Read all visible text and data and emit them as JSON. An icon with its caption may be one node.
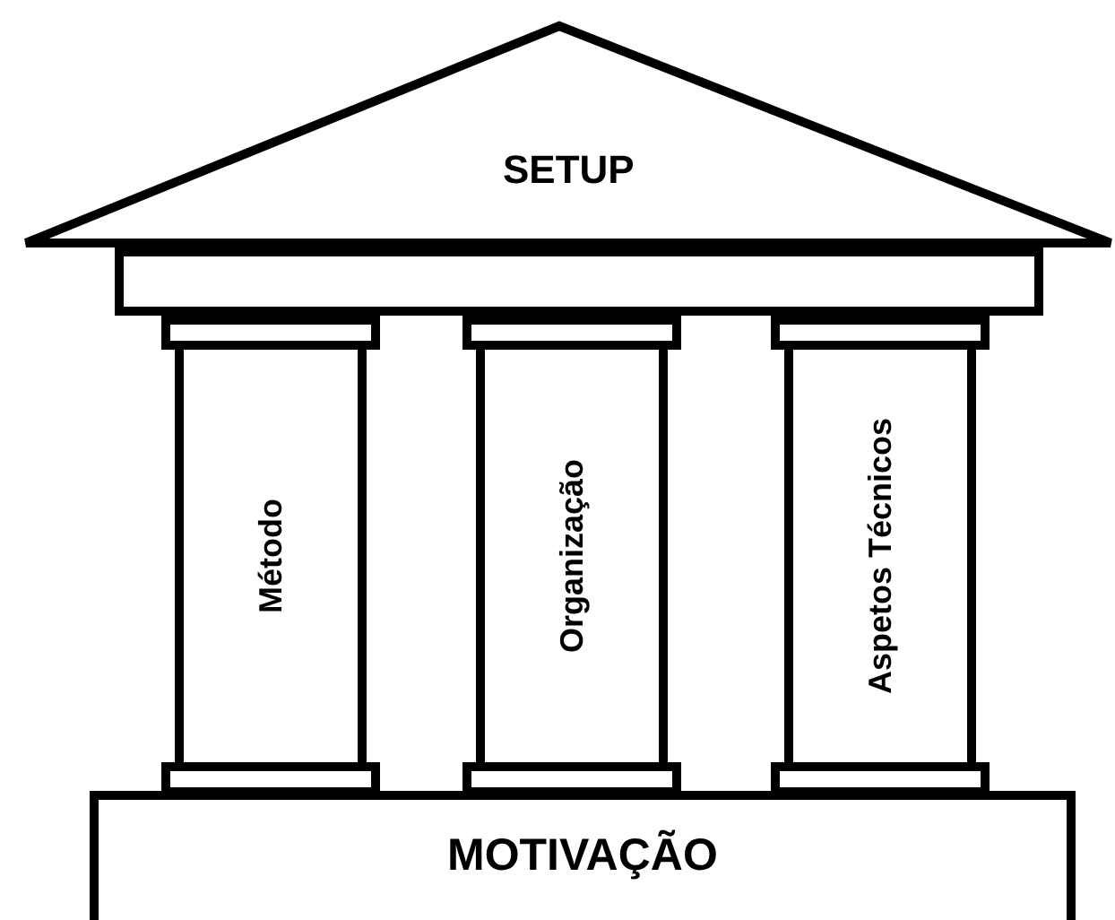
{
  "diagram": {
    "nodes": [
      {
        "text": [
          "SETUP"
        ]
      },
      {
        "text": [],
        "shape": "box"
      },
      {
        "text": [
          "Método"
        ]
      },
      {
        "text": [
          "Organização"
        ]
      },
      {
        "text": [
          "Aspetos Técnicos"
        ]
      },
      {
        "text": [
          "MOTIVAÇÃO"
        ]
      }
    ]
  }
}
